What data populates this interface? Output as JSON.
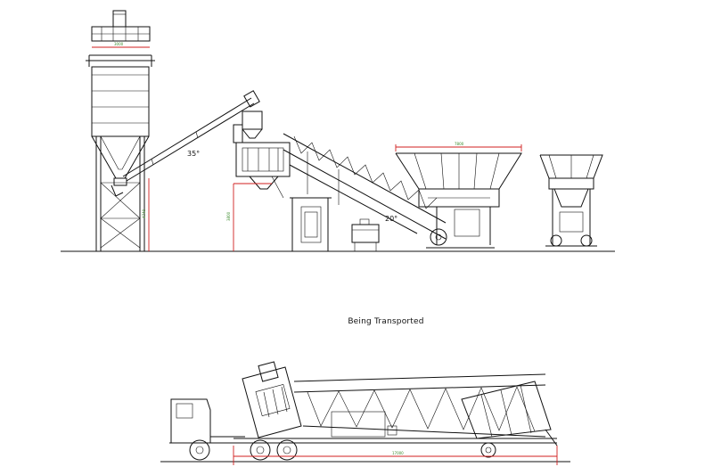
{
  "caption": "Being Transported",
  "angles": {
    "screw": "35°",
    "belt": "20°"
  },
  "dims": {
    "silo_top_width": "3000",
    "silo_leg_height": "4740",
    "plant_discharge_height": "3800",
    "hopper_width": "7800",
    "transport_length": "17000"
  },
  "colors": {
    "line": "#111111",
    "dimension": "#d21f1f",
    "dimension_text": "#3a8a2a"
  }
}
